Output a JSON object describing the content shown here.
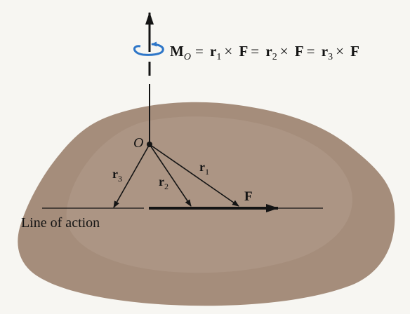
{
  "colors": {
    "background": "#f7f6f2",
    "surface": "#a58d7b",
    "ink": "#141414",
    "moment_arrow": "#2e76c8"
  },
  "equation": {
    "lhs_symbol": "M",
    "lhs_subscript": "O",
    "r1_symbol": "r",
    "r1_subscript": "1",
    "r2_symbol": "r",
    "r2_subscript": "2",
    "r3_symbol": "r",
    "r3_subscript": "3",
    "force_symbol": "F",
    "equals": "=",
    "cross": "×"
  },
  "labels": {
    "origin": "O",
    "r1_symbol": "r",
    "r1_subscript": "1",
    "r2_symbol": "r",
    "r2_subscript": "2",
    "r3_symbol": "r",
    "r3_subscript": "3",
    "force": "F",
    "line_of_action": "Line of action"
  },
  "icons": {
    "moment": "curved-moment-arrow-icon"
  }
}
